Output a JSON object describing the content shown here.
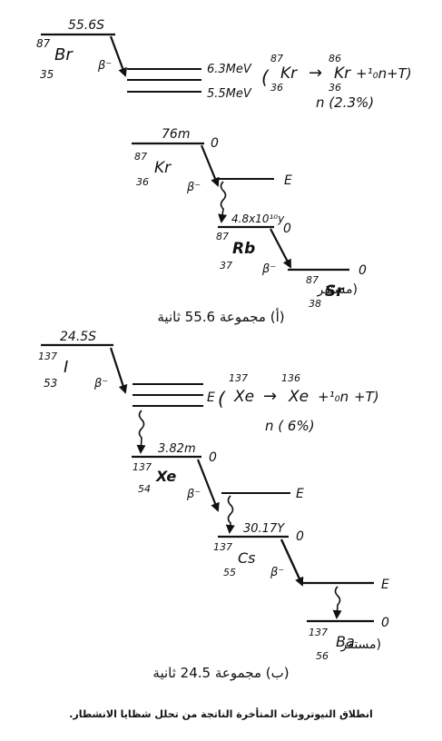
{
  "group_a": {
    "br": {
      "half_life": "55.6S",
      "mass": "87",
      "symbol": "Br",
      "z": "35"
    },
    "beta": "β⁻",
    "level_6_3": "6.3MeV",
    "level_5_5": "5.5MeV",
    "reaction": {
      "lparen": "(",
      "mass_in": "87",
      "z_in": "36",
      "symbol_in": "Kr",
      "arrow": "→",
      "mass_out": "86",
      "z_out": "36",
      "symbol_out": "Kr",
      "neutron": "+¹₀n",
      "plus_t": "+T)"
    },
    "branch": "n (2.3%)",
    "kr": {
      "half_life": "76m",
      "ground": "0",
      "mass": "87",
      "symbol": "Kr",
      "z": "36",
      "excited": "E"
    },
    "rb": {
      "half_life": "4.8x10¹⁰y",
      "ground": "0",
      "mass": "87",
      "symbol": "Rb",
      "z": "37"
    },
    "sr": {
      "ground": "0",
      "mass": "87",
      "symbol": "Sr",
      "z": "38",
      "stable": "(مستقر"
    },
    "caption": "(أ) مجموعة 55.6 ثانية"
  },
  "group_b": {
    "i": {
      "half_life": "24.5S",
      "mass": "137",
      "symbol": "I",
      "z": "53"
    },
    "beta": "β⁻",
    "level_e": "E",
    "reaction": {
      "lparen": "(",
      "mass_in": "137",
      "symbol_in": "Xe",
      "arrow": "→",
      "mass_out": "136",
      "symbol_out": "Xe",
      "neutron": "+¹₀n",
      "plus_t": "+T)"
    },
    "branch": "n ( 6%)",
    "xe": {
      "half_life": "3.82m",
      "ground": "0",
      "mass": "137",
      "symbol": "Xe",
      "z": "54",
      "excited": "E"
    },
    "cs": {
      "half_life": "30.17Y",
      "ground": "0",
      "mass": "137",
      "symbol": "Cs",
      "z": "55",
      "excited": "E"
    },
    "ba": {
      "ground": "0",
      "mass": "137",
      "symbol": "Ba",
      "z": "56",
      "stable": "(مستقر"
    },
    "caption": "(ب) مجموعة 24.5 ثانية"
  },
  "figure_caption": "انطلاق النيوترونات المتأخرة الناتجة من تحلل شظايا الانشطار.",
  "colors": {
    "ink": "#111111",
    "background": "#ffffff"
  }
}
